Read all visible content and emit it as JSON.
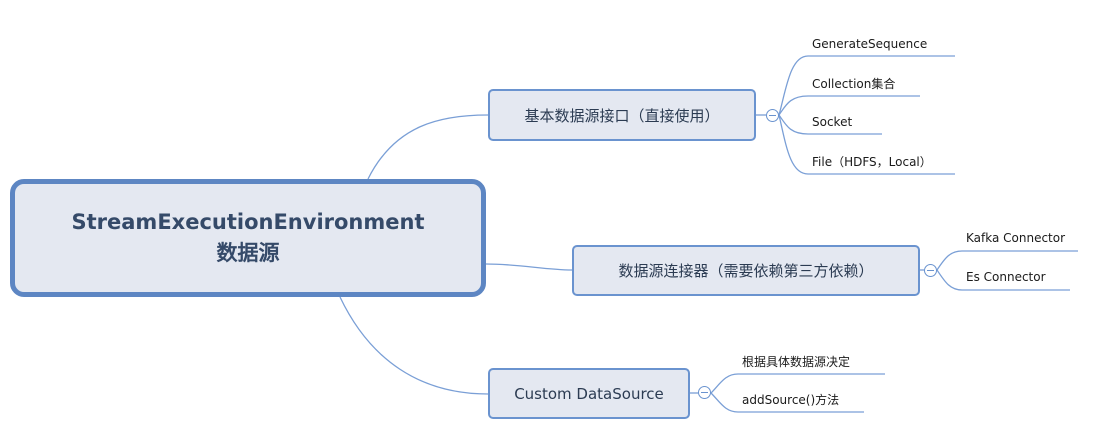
{
  "root": {
    "line1": "StreamExecutionEnvironment",
    "line2": "数据源"
  },
  "branches": [
    {
      "label": "基本数据源接口（直接使用）",
      "children": [
        "GenerateSequence",
        "Collection集合",
        "Socket",
        "File（HDFS，Local）"
      ]
    },
    {
      "label": "数据源连接器（需要依赖第三方依赖）",
      "children": [
        "Kafka Connector",
        "Es Connector"
      ]
    },
    {
      "label": "Custom DataSource",
      "children": [
        "根据具体数据源决定",
        "addSource()方法"
      ]
    }
  ],
  "colors": {
    "root_border": "#5d86c3",
    "branch_border": "#6a93cf",
    "node_fill": "#e4e8f1",
    "connector": "#6a93cf"
  }
}
